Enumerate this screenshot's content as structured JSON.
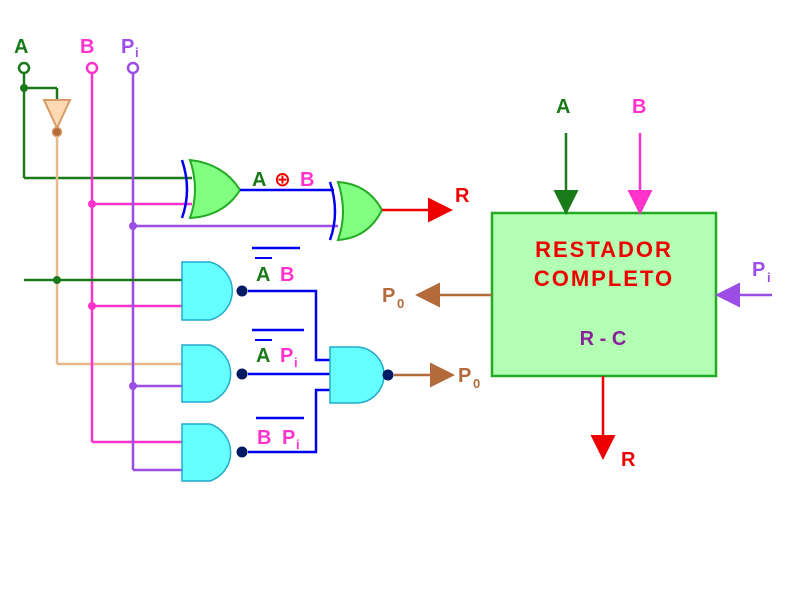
{
  "inputs": {
    "a": {
      "label": "A"
    },
    "b": {
      "label": "B"
    },
    "pi": {
      "label": "P",
      "sub": "i"
    }
  },
  "xor_output": {
    "a": "A",
    "op": "⊕",
    "b": "B"
  },
  "outputs": {
    "r": "R",
    "po": {
      "label": "P",
      "sub": "0"
    }
  },
  "terms": {
    "t1": {
      "a": "A",
      "b": "B"
    },
    "t2": {
      "a": "A",
      "b": "P",
      "sub": "i"
    },
    "t3": {
      "a": "B",
      "b": "P",
      "sub": "i"
    }
  },
  "block": {
    "title_line1": "RESTADOR",
    "title_line2": "COMPLETO",
    "subtitle": "R - C",
    "input_a": "A",
    "input_b": "B",
    "input_pi": {
      "label": "P",
      "sub": "i"
    },
    "output_po": {
      "label": "P",
      "sub": "0"
    },
    "output_r": "R"
  },
  "colors": {
    "a": "#1a7a1a",
    "b": "#ff33cc",
    "pi": "#9b4de6",
    "inverter": "#e8b88a",
    "xor_gate": "#80ff80",
    "nand_gate": "#66ffff",
    "blue_wire": "#0000ee",
    "output_r": "#ee0000",
    "output_po": "#b36b3c",
    "block_fill": "#b3ffb3",
    "block_border": "#22aa22",
    "block_title": "#ee0000",
    "block_subtitle": "#882299"
  }
}
